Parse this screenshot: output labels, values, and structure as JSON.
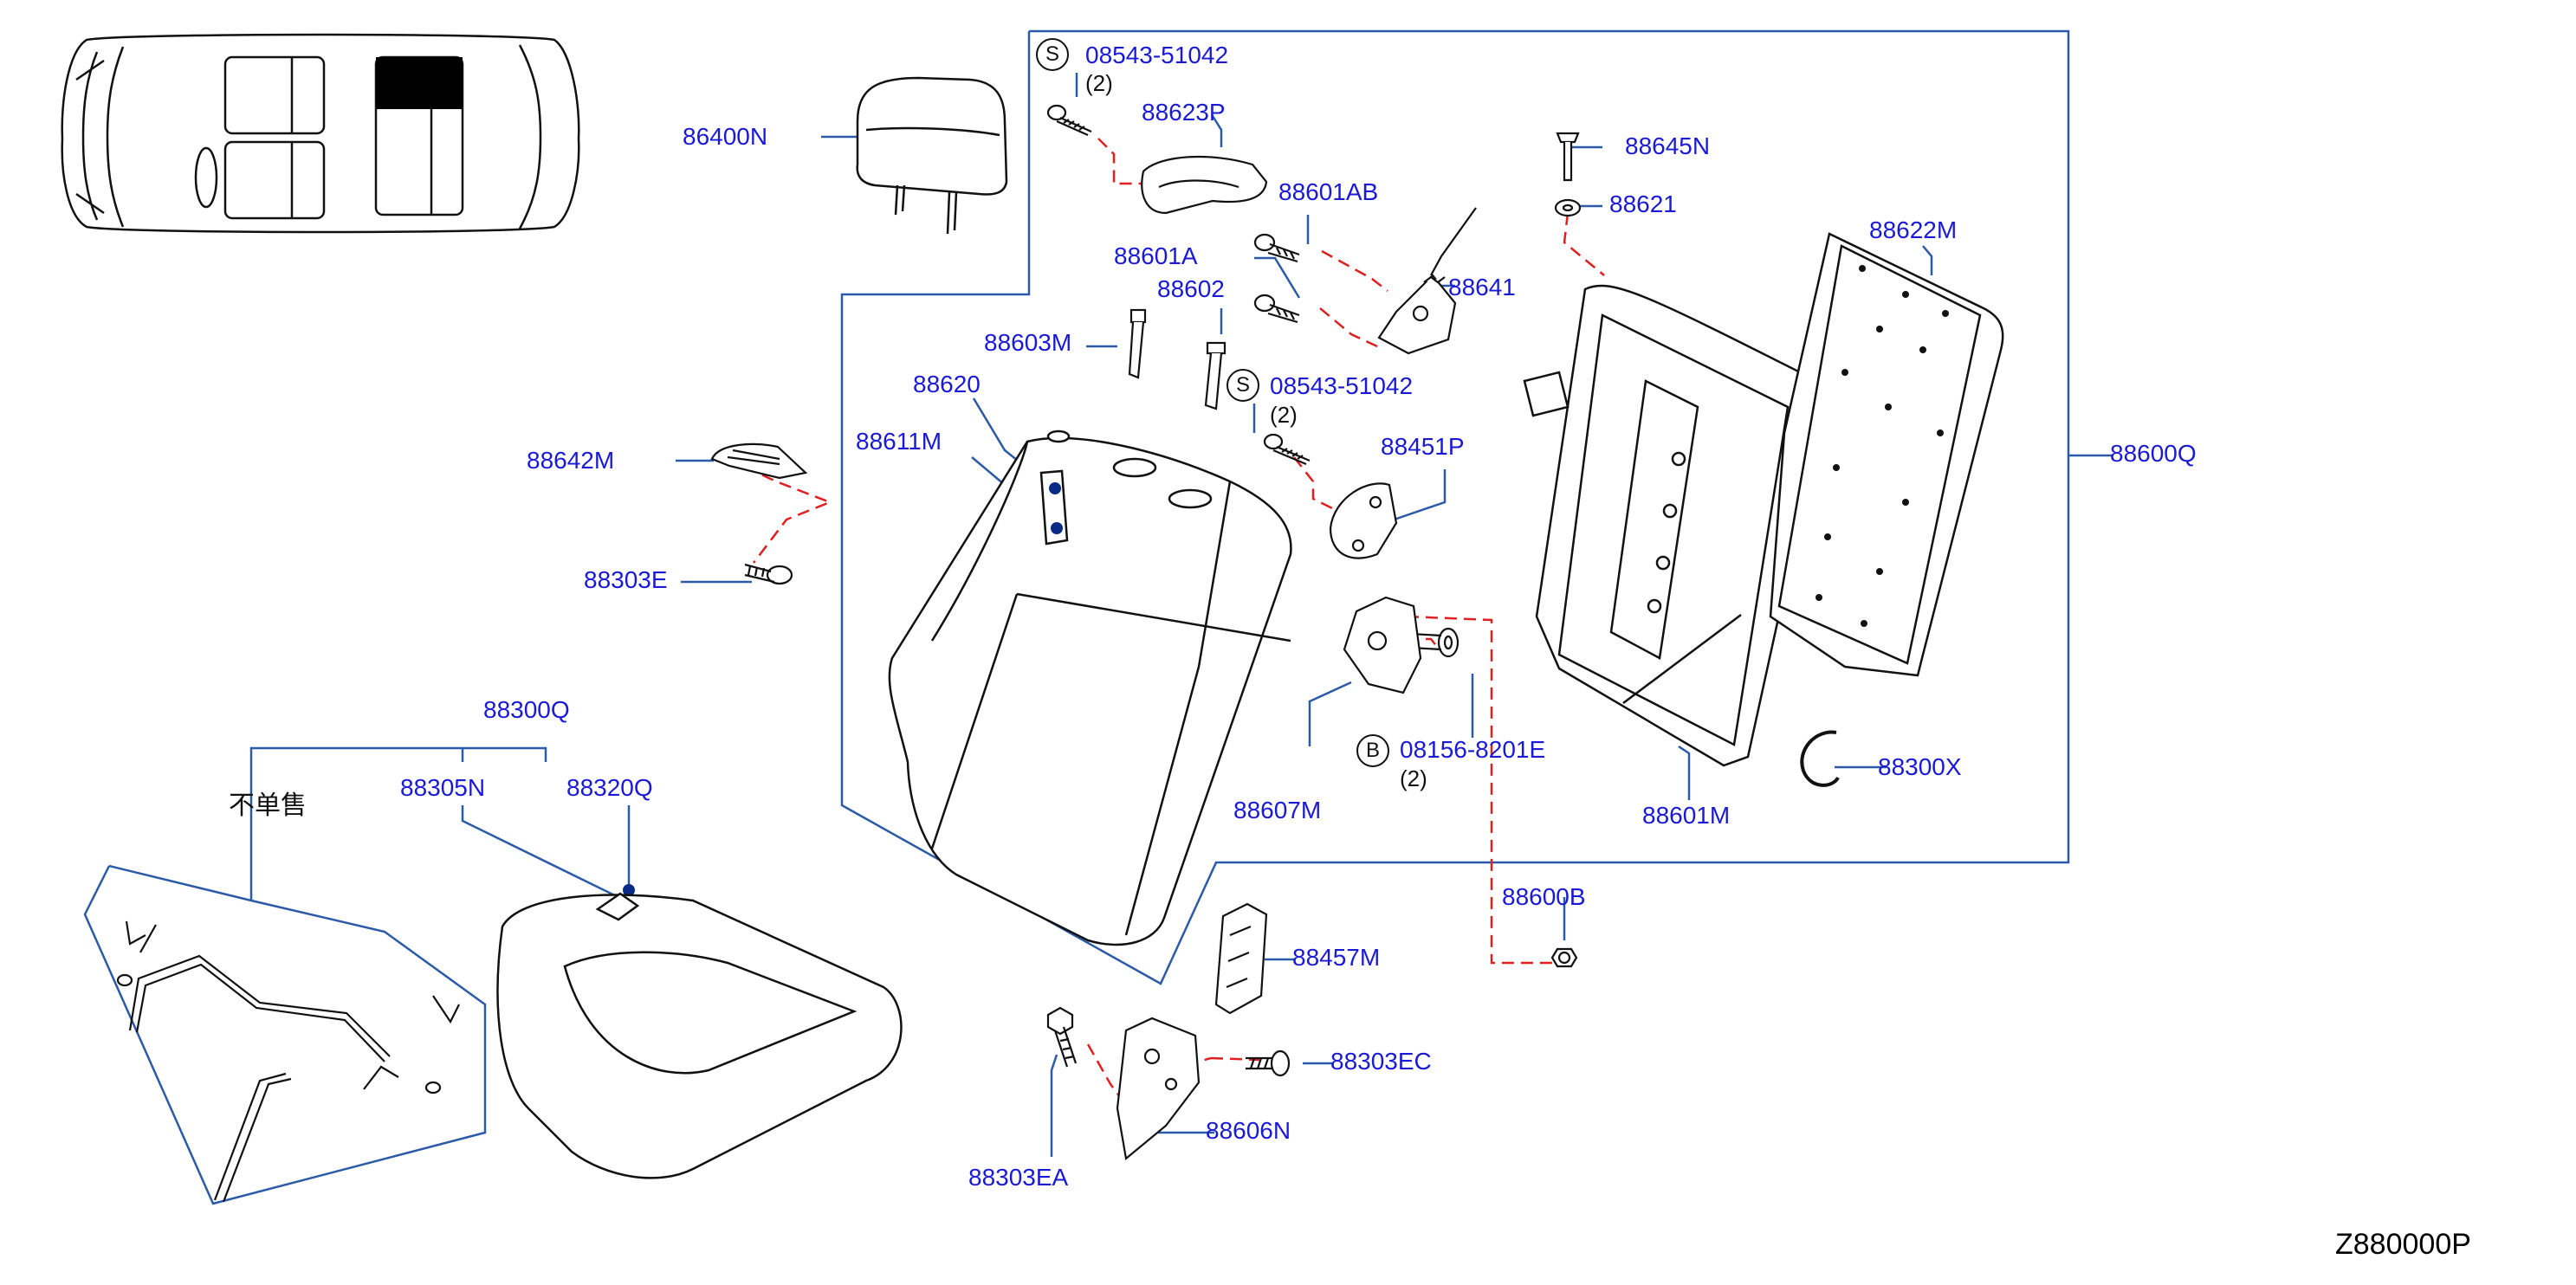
{
  "labels": {
    "p08543_51042_a": "08543-51042",
    "p88623P": "88623P",
    "p86400N": "86400N",
    "p88645N": "88645N",
    "p88621": "88621",
    "p88622M": "88622M",
    "p88601AB": "88601AB",
    "p88601A": "88601A",
    "p88641": "88641",
    "p88602": "88602",
    "p88603M": "88603M",
    "p08543_51042_b": "08543-51042",
    "p88620": "88620",
    "p88611M": "88611M",
    "p88642M": "88642M",
    "p88451P": "88451P",
    "p88600Q": "88600Q",
    "p88303E": "88303E",
    "p88300Q": "88300Q",
    "p88305N": "88305N",
    "p88320Q": "88320Q",
    "p08156_8201E": "08156-8201E",
    "p88300X": "88300X",
    "p88607M": "88607M",
    "p88601M": "88601M",
    "p88600B": "88600B",
    "p88457M": "88457M",
    "p88303EC": "88303EC",
    "p88606N": "88606N",
    "p88303EA": "88303EA"
  },
  "quantities": {
    "q_a": "(2)",
    "q_b": "(2)",
    "q_c": "(2)"
  },
  "badges": {
    "s_a": "S",
    "s_b": "S",
    "b_a": "B"
  },
  "note_not_sold": "不单售",
  "diagram_code": "Z880000P",
  "colors": {
    "callout": "#1a1ad6",
    "leader": "#2a5aa8",
    "dashed_connector": "#e02020",
    "location_marker": "#0a2a88",
    "highlight_area": "#000000"
  }
}
